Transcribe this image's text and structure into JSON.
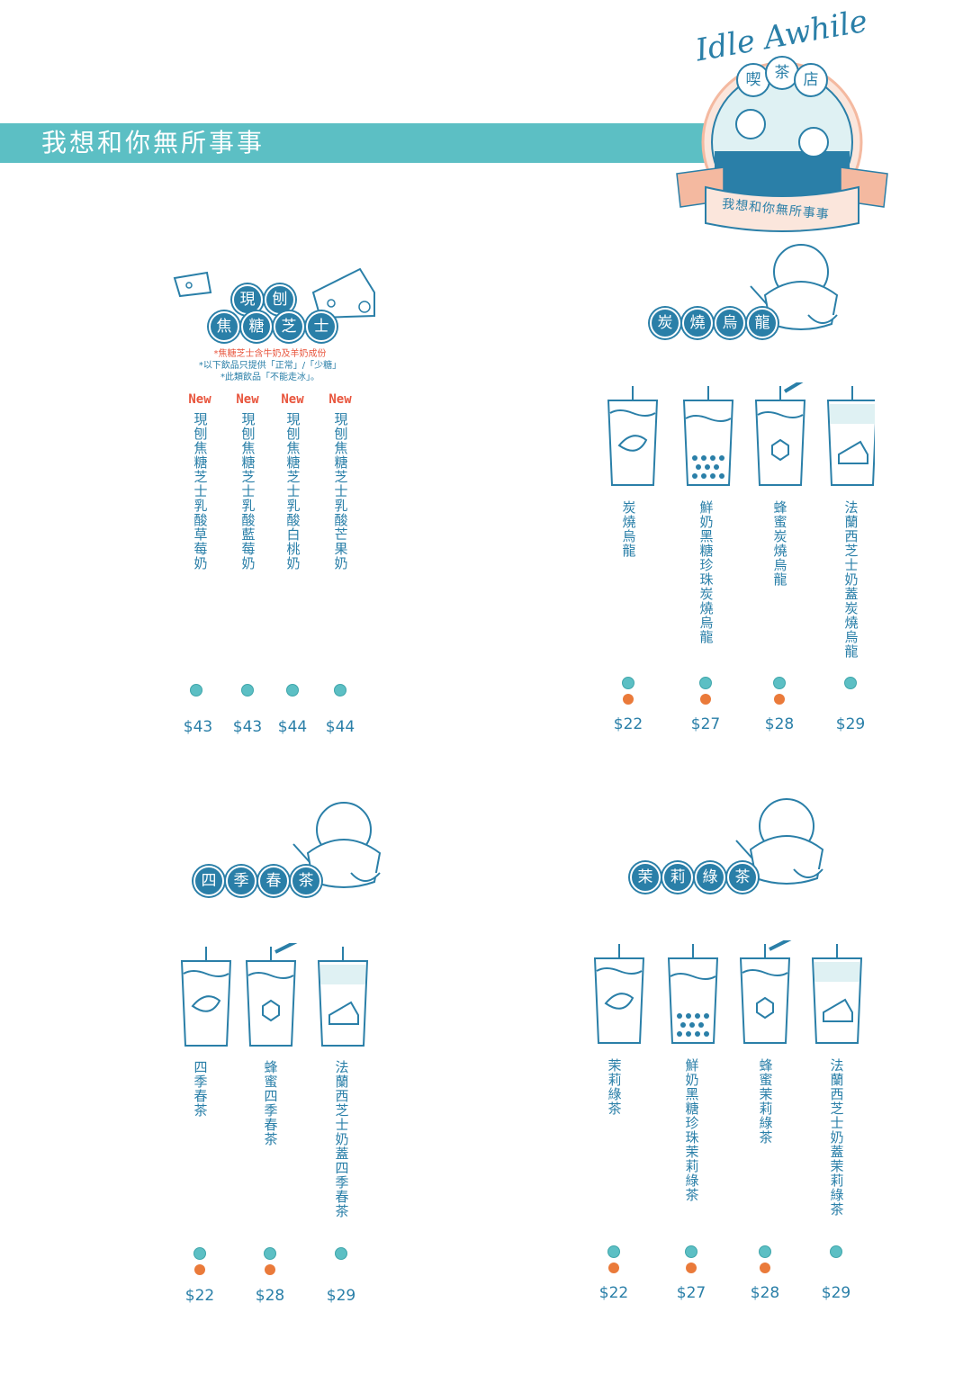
{
  "banner": {
    "title": "我想和你無所事事"
  },
  "logo": {
    "script": "Idle Awhile",
    "shop_chars": [
      "喫",
      "茶",
      "店"
    ],
    "ribbon": "我想和你無所事事"
  },
  "sections": {
    "cheese": {
      "header_top": [
        "現",
        "刨"
      ],
      "header_bottom": [
        "焦",
        "糖",
        "芝",
        "士"
      ],
      "notes": {
        "line1": "*焦糖芝士含牛奶及羊奶成份",
        "line2": "*以下飲品只提供「正常」/「少糖」",
        "line3": "*此類飲品「不能走冰」。"
      },
      "items": [
        {
          "new": "New",
          "name": "現刨焦糖芝士乳酸草莓奶",
          "price": "$43"
        },
        {
          "new": "New",
          "name": "現刨焦糖芝士乳酸藍莓奶",
          "price": "$43"
        },
        {
          "new": "New",
          "name": "現刨焦糖芝士乳酸白桃奶",
          "price": "$44"
        },
        {
          "new": "New",
          "name": "現刨焦糖芝士乳酸芒果奶",
          "price": "$44"
        }
      ]
    },
    "oolong": {
      "header": [
        "炭",
        "燒",
        "烏",
        "龍"
      ],
      "items": [
        {
          "name": "炭燒烏龍",
          "price": "$22"
        },
        {
          "name": "鮮奶黑糖珍珠炭燒烏龍",
          "price": "$27"
        },
        {
          "name": "蜂蜜炭燒烏龍",
          "price": "$28"
        },
        {
          "name": "法蘭西芝士奶蓋炭燒烏龍",
          "price": "$29"
        }
      ]
    },
    "four_season": {
      "header": [
        "四",
        "季",
        "春",
        "茶"
      ],
      "items": [
        {
          "name": "四季春茶",
          "price": "$22"
        },
        {
          "name": "蜂蜜四季春茶",
          "price": "$28"
        },
        {
          "name": "法蘭西芝士奶蓋四季春茶",
          "price": "$29"
        }
      ]
    },
    "jasmine": {
      "header": [
        "茉",
        "莉",
        "綠",
        "茶"
      ],
      "items": [
        {
          "name": "茉莉綠茶",
          "price": "$22"
        },
        {
          "name": "鮮奶黑糖珍珠茉莉綠茶",
          "price": "$27"
        },
        {
          "name": "蜂蜜茉莉綠茶",
          "price": "$28"
        },
        {
          "name": "法蘭西芝士奶蓋茉莉綠茶",
          "price": "$29"
        }
      ]
    }
  },
  "colors": {
    "primary": "#2a7fa8",
    "banner": "#5cbfc4",
    "accent_red": "#e8553d",
    "fire": "#ea7a3a"
  }
}
